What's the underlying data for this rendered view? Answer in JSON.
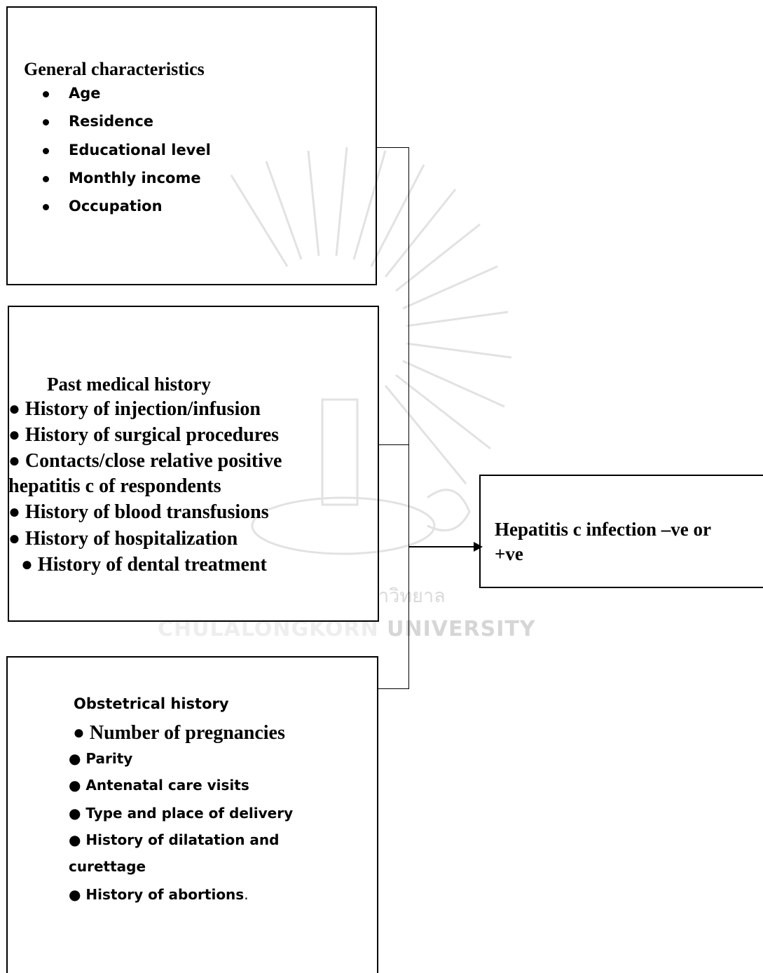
{
  "watermark": {
    "thai_fragment": "าวิทยาล",
    "latin_text": "CHULALONGKORN UNIVERSITY"
  },
  "general": {
    "title": "General characteristics",
    "items": [
      "Age",
      "Residence",
      "Educational level",
      "Monthly income",
      "Occupation"
    ]
  },
  "past_medical": {
    "title": "Past medical history",
    "items": [
      "● History of injection/infusion",
      "● History of surgical procedures",
      "● Contacts/close relative positive",
      "hepatitis c of respondents",
      "● History of blood transfusions",
      "● History of hospitalization",
      "● History of dental treatment"
    ]
  },
  "obstetrical": {
    "title": "Obstetrical history",
    "item_pregnancies": "● Number of pregnancies",
    "items": [
      "● Parity",
      "● Antenatal care visits",
      "● Type and place of delivery",
      "● History of dilatation and",
      "curettage",
      "● History of abortions"
    ],
    "trailing_period": "."
  },
  "outcome": {
    "line1": "Hepatitis c infection –ve or",
    "line2": "+ve"
  }
}
